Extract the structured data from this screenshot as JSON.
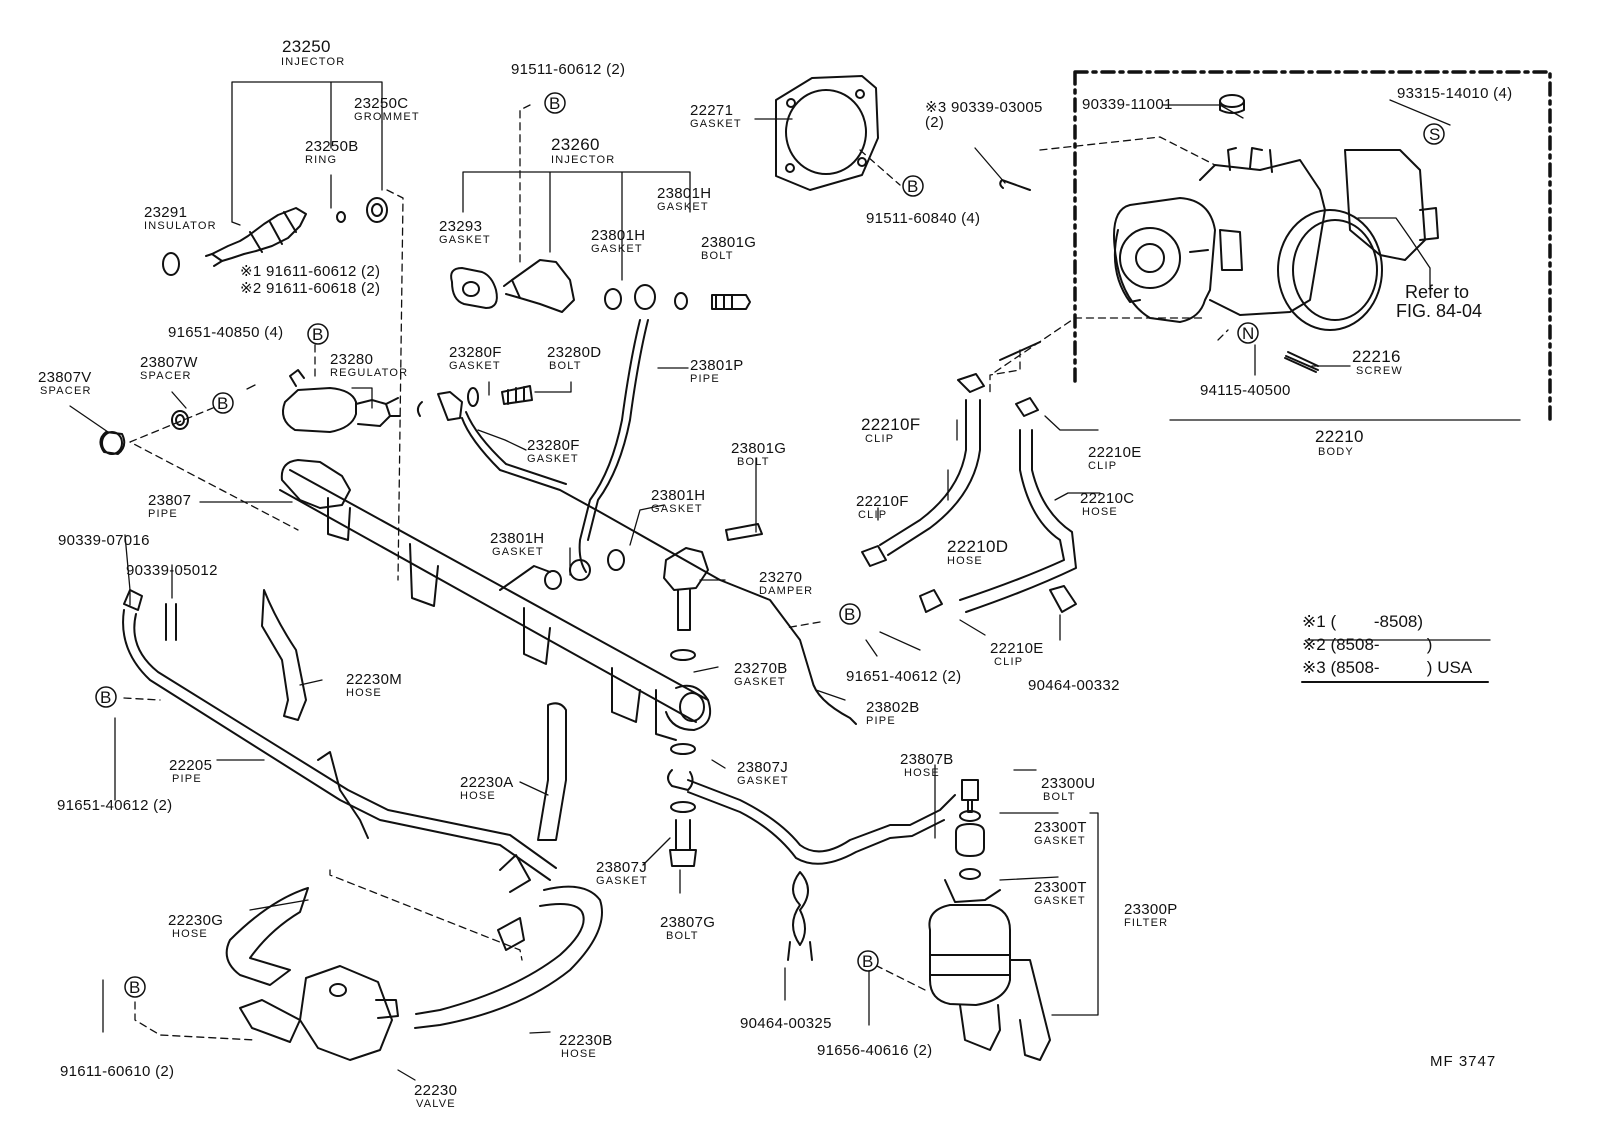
{
  "drawing_code": "MF 3747",
  "reference": {
    "line1": "Refer to",
    "line2": "FIG. 84-04"
  },
  "footnotes": [
    {
      "mark": "※1",
      "text": "(        -8508)"
    },
    {
      "mark": "※2",
      "text": "(8508-          )"
    },
    {
      "mark": "※3",
      "text": "(8508-          ) USA"
    }
  ],
  "callouts": {
    "b": "B",
    "s": "S",
    "n": "N"
  },
  "parts": [
    {
      "id": "p23250",
      "number": "23250",
      "name": "INJECTOR"
    },
    {
      "id": "p23250c",
      "number": "23250C",
      "name": "GROMMET"
    },
    {
      "id": "p23250b",
      "number": "23250B",
      "name": "RING"
    },
    {
      "id": "p23291",
      "number": "23291",
      "name": "INSULATOR"
    },
    {
      "id": "p91611_612",
      "number": "※1 91611-60612 (2)",
      "name": ""
    },
    {
      "id": "p91611_618",
      "number": "※2 91611-60618 (2)",
      "name": ""
    },
    {
      "id": "p91651_850",
      "number": "91651-40850 (4)",
      "name": ""
    },
    {
      "id": "p23280",
      "number": "23280",
      "name": "REGULATOR"
    },
    {
      "id": "p23807w",
      "number": "23807W",
      "name": "SPACER"
    },
    {
      "id": "p23807v",
      "number": "23807V",
      "name": "SPACER"
    },
    {
      "id": "p91511_612",
      "number": "91511-60612 (2)",
      "name": ""
    },
    {
      "id": "p23260",
      "number": "23260",
      "name": "INJECTOR"
    },
    {
      "id": "p23293",
      "number": "23293",
      "name": "GASKET"
    },
    {
      "id": "p23801h_a",
      "number": "23801H",
      "name": "GASKET"
    },
    {
      "id": "p23801h_b",
      "number": "23801H",
      "name": "GASKET"
    },
    {
      "id": "p23801g_a",
      "number": "23801G",
      "name": "BOLT"
    },
    {
      "id": "p22271",
      "number": "22271",
      "name": "GASKET"
    },
    {
      "id": "p91511_840",
      "number": "91511-60840 (4)",
      "name": ""
    },
    {
      "id": "p90339_03005",
      "number": "※3 90339-03005 (2)",
      "name": ""
    },
    {
      "id": "p90339_11001",
      "number": "90339-11001",
      "name": ""
    },
    {
      "id": "p93315",
      "number": "93315-14010 (4)",
      "name": ""
    },
    {
      "id": "p22216",
      "number": "22216",
      "name": "SCREW"
    },
    {
      "id": "p94115",
      "number": "94115-40500",
      "name": ""
    },
    {
      "id": "p22210",
      "number": "22210",
      "name": "BODY"
    },
    {
      "id": "p23280f_a",
      "number": "23280F",
      "name": "GASKET"
    },
    {
      "id": "p23280d",
      "number": "23280D",
      "name": "BOLT"
    },
    {
      "id": "p23801p",
      "number": "23801P",
      "name": "PIPE"
    },
    {
      "id": "p23280f_b",
      "number": "23280F",
      "name": "GASKET"
    },
    {
      "id": "p22210f_a",
      "number": "22210F",
      "name": "CLIP"
    },
    {
      "id": "p22210e_a",
      "number": "22210E",
      "name": "CLIP"
    },
    {
      "id": "p22210f_b",
      "number": "22210F",
      "name": "CLIP"
    },
    {
      "id": "p22210d",
      "number": "22210D",
      "name": "HOSE"
    },
    {
      "id": "p22210c",
      "number": "22210C",
      "name": "HOSE"
    },
    {
      "id": "p23807",
      "number": "23807",
      "name": "PIPE"
    },
    {
      "id": "p23801g_b",
      "number": "23801G",
      "name": "BOLT"
    },
    {
      "id": "p23801h_c",
      "number": "23801H",
      "name": "GASKET"
    },
    {
      "id": "p23801h_d",
      "number": "23801H",
      "name": "GASKET"
    },
    {
      "id": "p23270",
      "number": "23270",
      "name": "DAMPER"
    },
    {
      "id": "p91651_612a",
      "number": "91651-40612 (2)",
      "name": ""
    },
    {
      "id": "p22210e_b",
      "number": "22210E",
      "name": "CLIP"
    },
    {
      "id": "p90464_332",
      "number": "90464-00332",
      "name": ""
    },
    {
      "id": "p90339_07016",
      "number": "90339-07016",
      "name": ""
    },
    {
      "id": "p90339_05012",
      "number": "90339-05012",
      "name": ""
    },
    {
      "id": "p22230m",
      "number": "22230M",
      "name": "HOSE"
    },
    {
      "id": "p23270b",
      "number": "23270B",
      "name": "GASKET"
    },
    {
      "id": "p23802b",
      "number": "23802B",
      "name": "PIPE"
    },
    {
      "id": "p91651_612b",
      "number": "91651-40612 (2)",
      "name": ""
    },
    {
      "id": "p22205",
      "number": "22205",
      "name": "PIPE"
    },
    {
      "id": "p22230a",
      "number": "22230A",
      "name": "HOSE"
    },
    {
      "id": "p23807j_a",
      "number": "23807J",
      "name": "GASKET"
    },
    {
      "id": "p23807b",
      "number": "23807B",
      "name": "HOSE"
    },
    {
      "id": "p23300u",
      "number": "23300U",
      "name": "BOLT"
    },
    {
      "id": "p23300t_a",
      "number": "23300T",
      "name": "GASKET"
    },
    {
      "id": "p23807j_b",
      "number": "23807J",
      "name": "GASKET"
    },
    {
      "id": "p23300t_b",
      "number": "23300T",
      "name": "GASKET"
    },
    {
      "id": "p23300p",
      "number": "23300P",
      "name": "FILTER"
    },
    {
      "id": "p22230g",
      "number": "22230G",
      "name": "HOSE"
    },
    {
      "id": "p23807g",
      "number": "23807G",
      "name": "BOLT"
    },
    {
      "id": "p90464_325",
      "number": "90464-00325",
      "name": ""
    },
    {
      "id": "p91656",
      "number": "91656-40616 (2)",
      "name": ""
    },
    {
      "id": "p22230b",
      "number": "22230B",
      "name": "HOSE"
    },
    {
      "id": "p91611_610",
      "number": "91611-60610 (2)",
      "name": ""
    },
    {
      "id": "p22230",
      "number": "22230",
      "name": "VALVE"
    }
  ]
}
